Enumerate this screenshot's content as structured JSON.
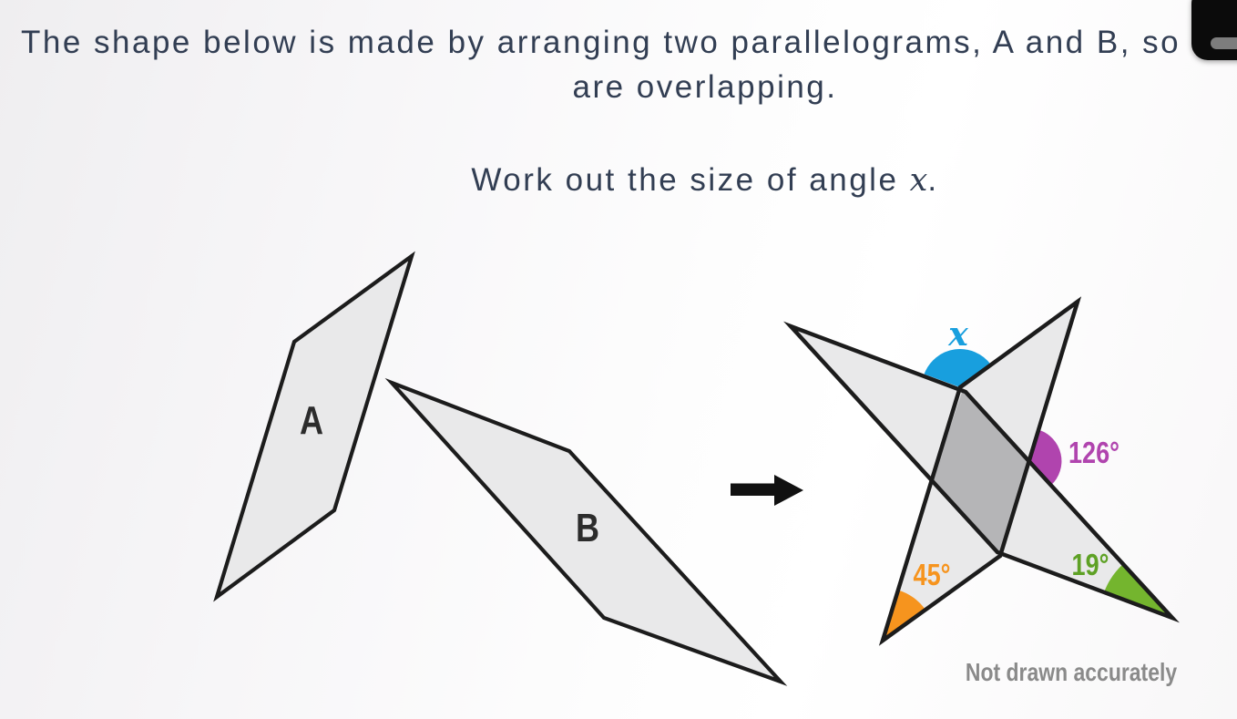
{
  "question": {
    "line1": "The shape below is made by arranging two parallelograms, A and B, so",
    "line2": "are overlapping.",
    "line3_prefix": "Work out the size of angle ",
    "line3_var": "x",
    "line3_suffix": "."
  },
  "diagram": {
    "shape_a_label": "A",
    "shape_b_label": "B",
    "angle_x_label": "x",
    "angle_right_label": "126°",
    "angle_bottom_left_label": "45°",
    "angle_bottom_right_label": "19°",
    "note": "Not drawn accurately",
    "colors": {
      "angle_x": "#189fde",
      "angle_right": "#b044ae",
      "angle_bottom_left": "#f6941e",
      "angle_bottom_right": "#74b52e",
      "shape_fill": "#e9e9ea",
      "overlap_fill": "#b5b5b7",
      "outline": "#1c1c1c",
      "arrow": "#111111",
      "title_text": "#323e53",
      "note_text": "#8a8a8a"
    }
  }
}
